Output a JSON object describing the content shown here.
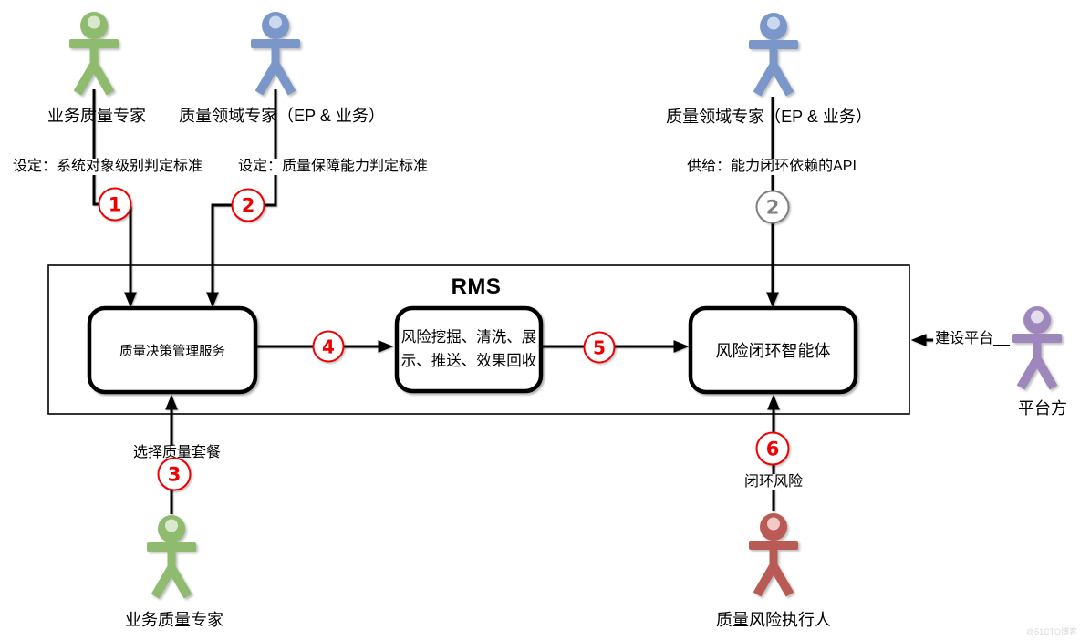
{
  "rms": {
    "title": "RMS"
  },
  "watermark": "@51CTO博客",
  "actors": [
    {
      "name": "业务质量专家",
      "color": "#8ebb6d",
      "head_color": "#d9e8cb"
    },
    {
      "name": "质量领域专家（EP & 业务）",
      "color": "#7b97c9",
      "head_color": "#cbd9f0"
    },
    {
      "name": "质量领域专家（EP & 业务）",
      "color": "#7b97c9",
      "head_color": "#cbd9f0"
    },
    {
      "name": "业务质量专家",
      "color": "#8ebb6d",
      "head_color": "#d9e8cb"
    },
    {
      "name": "质量风险执行人",
      "color": "#b95b54",
      "head_color": "#f4c9c5"
    },
    {
      "name": "平台方",
      "color": "#9e87bc",
      "head_color": "#e4dbef"
    }
  ],
  "boxes": {
    "decision": "质量决策管理服务",
    "pipeline_line1": "风险挖掘、清洗、展",
    "pipeline_line2": "示、推送、效果回收",
    "agent": "风险闭环智能体"
  },
  "annotations": {
    "set_system_standard": "设定：系统对象级别判定标准",
    "set_quality_standard": "设定：质量保障能力判定标准",
    "supply_api": "供给：能力闭环依赖的API",
    "choose_package": "选择质量套餐",
    "close_loop_risk": "闭环风险",
    "build_platform": "建设平台__"
  },
  "steps": [
    {
      "num": "1",
      "variant": "red"
    },
    {
      "num": "2",
      "variant": "red"
    },
    {
      "num": "2",
      "variant": "gray"
    },
    {
      "num": "3",
      "variant": "red"
    },
    {
      "num": "4",
      "variant": "red"
    },
    {
      "num": "5",
      "variant": "red"
    },
    {
      "num": "6",
      "variant": "red"
    }
  ],
  "colors": {
    "step_red": "#ee0000",
    "step_gray": "#7f7f7f",
    "line": "#000000"
  }
}
